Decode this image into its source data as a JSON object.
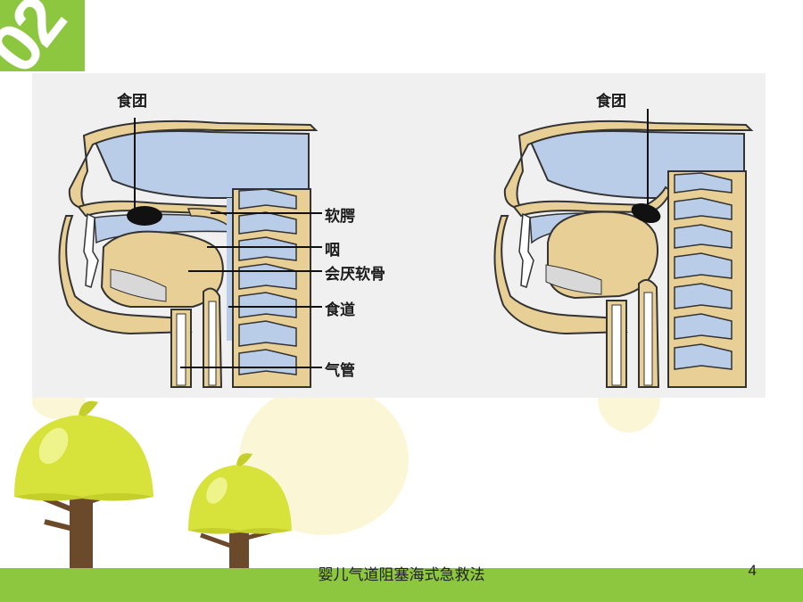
{
  "slide": {
    "section_number": "02",
    "footer_title": "婴儿气道阻塞海式急救法",
    "page_number": "4"
  },
  "diagram_left": {
    "bolus_label": "食团",
    "labels": [
      "软腭",
      "咽",
      "会厌软骨",
      "食道",
      "气管"
    ]
  },
  "diagram_right": {
    "bolus_label": "食团"
  },
  "colors": {
    "accent_green": "#8dc63f",
    "tissue_tan": "#e8cf96",
    "air_blue": "#b9cde8",
    "canopy_yellow": "#d7e23a",
    "trunk_brown": "#6b4a2b"
  }
}
